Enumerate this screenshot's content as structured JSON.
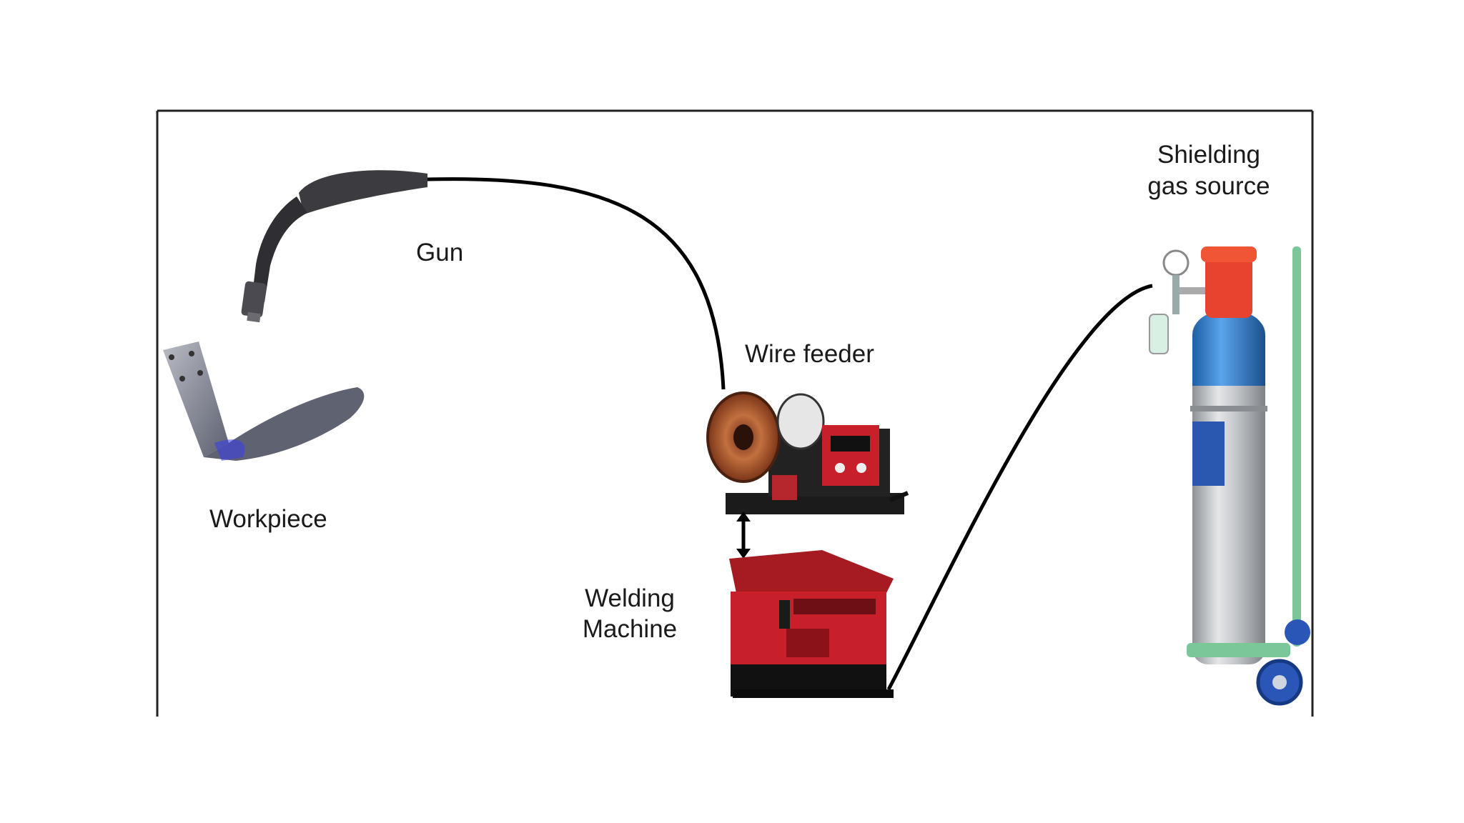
{
  "diagram": {
    "labels": {
      "gun": "Gun",
      "workpiece": "Workpiece",
      "wire_feeder": "Wire feeder",
      "welding_machine_line1": "Welding",
      "welding_machine_line2": "Machine",
      "gas_source_line1": "Shielding",
      "gas_source_line2": "gas source"
    },
    "colors": {
      "frame": "#222222",
      "cable": "#000000",
      "machine_red": "#c8202a",
      "cylinder_cap": "#e8432e",
      "cylinder_band": "#2f7fd1",
      "cylinder_body": "#c9ccd0",
      "trolley": "#7cc79a",
      "wire_spool": "#b8643a"
    },
    "icons": [
      "welding-gun-icon",
      "workpiece-icon",
      "wire-feeder-icon",
      "welding-machine-icon",
      "gas-cylinder-icon"
    ]
  }
}
